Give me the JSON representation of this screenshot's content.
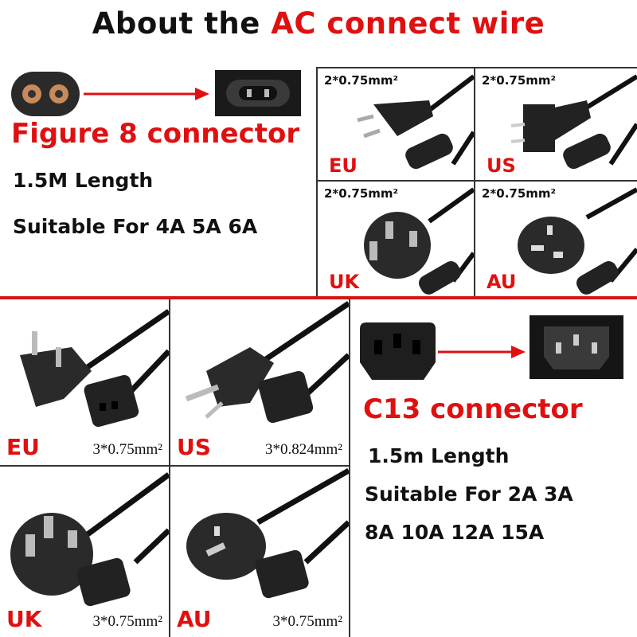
{
  "title": {
    "prefix": "About the ",
    "highlight": "AC connect wire"
  },
  "figure8": {
    "heading": "Figure 8 connector",
    "length": "1.5M Length",
    "suitable": "Suitable For 4A 5A 6A"
  },
  "figure8_cables": [
    {
      "region": "EU",
      "spec": "2*0.75mm²"
    },
    {
      "region": "US",
      "spec": "2*0.75mm²"
    },
    {
      "region": "UK",
      "spec": "2*0.75mm²"
    },
    {
      "region": "AU",
      "spec": "2*0.75mm²"
    }
  ],
  "c13_cables": [
    {
      "region": "EU",
      "spec": "3*0.75mm²"
    },
    {
      "region": "US",
      "spec": "3*0.824mm²"
    },
    {
      "region": "UK",
      "spec": "3*0.75mm²"
    },
    {
      "region": "AU",
      "spec": "3*0.75mm²"
    }
  ],
  "c13": {
    "heading": "C13 connector",
    "length": "1.5m Length",
    "suitable_1": "Suitable For 2A 3A",
    "suitable_2": "8A 10A 12A 15A"
  },
  "colors": {
    "accent": "#e01010",
    "divider": "#d81414"
  }
}
